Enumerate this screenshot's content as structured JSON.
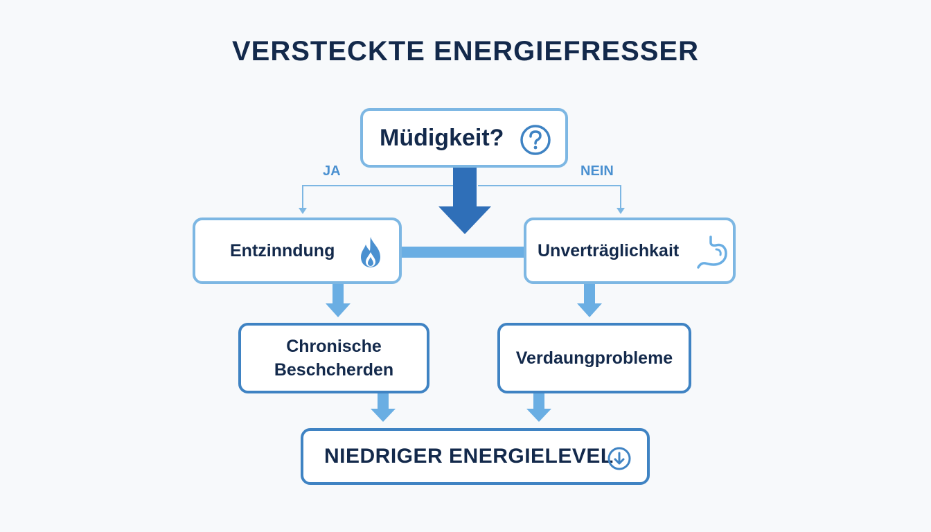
{
  "title": "VERSTECKTE ENERGIEFRESSER",
  "nodes": {
    "start": "Müdigkeit?",
    "left": "Entzinndung",
    "right": "Unverträglichkait",
    "left_sub": "Chronische Beschcherden",
    "right_sub": "Verdaungprobleme",
    "result": "NIEDRIGER ENERGIELEVEL"
  },
  "branches": {
    "yes": "JA",
    "no": "NEIN"
  },
  "icons": {
    "start": "question-icon",
    "left": "flame-icon",
    "right": "stomach-icon",
    "result": "arrow-down-circle-icon"
  },
  "colors": {
    "title": "#13294b",
    "dark_arrow": "#2f6fb8",
    "light_arrow": "#6aaee3",
    "border_light": "#7db7e3",
    "border_mid": "#3f83c3"
  }
}
